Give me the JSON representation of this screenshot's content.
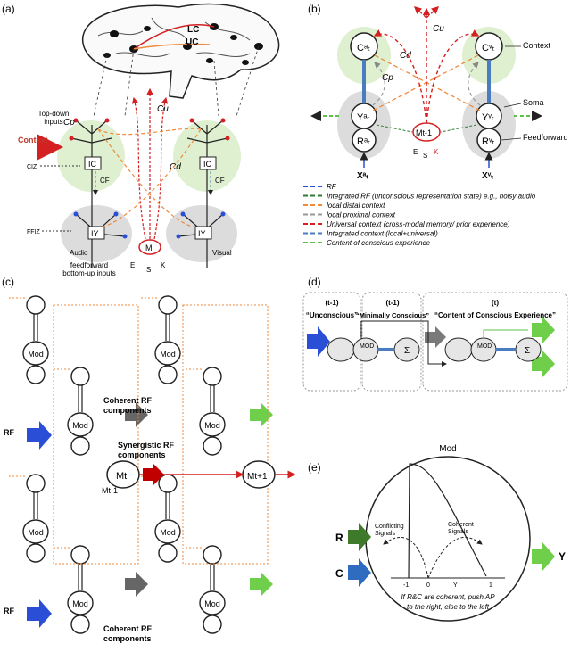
{
  "panels": {
    "a": {
      "label": "(a)",
      "lc": "LC",
      "uc": "UC",
      "cu": "Cu",
      "cp": "Cp",
      "cd": "Cd",
      "topdown": [
        "Top-down",
        "inputs"
      ],
      "context": "Context",
      "ciz": "CIZ",
      "ffiz": "FFIZ",
      "cf_left": "CF",
      "cf_right": "CF",
      "audio": "Audio",
      "visual": "Visual",
      "feedforward": [
        "feedforward",
        "bottom-up inputs"
      ],
      "ic": "IC",
      "iy": "IY",
      "m": "M",
      "esk": [
        "E",
        "S",
        "K"
      ]
    },
    "b": {
      "label": "(b)",
      "cu": "Cu",
      "cd": "Cd",
      "cp": "Cp",
      "context": "Context",
      "soma": "Soma",
      "feedforward": "Feedforward",
      "mt": "Mt-1",
      "esk": [
        "E",
        "S",
        "K"
      ],
      "legend": [
        {
          "text": "RF",
          "color": "#2a4fd6",
          "dash": "5,3"
        },
        {
          "text": "Integrated RF (unconscious representation state) e.g., noisy audio",
          "color": "#2e7d32",
          "dash": "5,3"
        },
        {
          "text": "local distal context",
          "color": "#f08a3c",
          "dash": "5,3"
        },
        {
          "text": "local proximal context",
          "color": "#999999",
          "dash": "5,3"
        },
        {
          "text": "Universal context (cross-modal memory/ prior experience)",
          "color": "#d42020",
          "dash": "5,3"
        },
        {
          "text": "Integrated context (local+universal)",
          "color": "#4a7dbf",
          "dash": "5,3"
        },
        {
          "text": "Content of conscious experience",
          "color": "#5ec24a",
          "dash": "5,3"
        }
      ]
    },
    "c": {
      "label": "(c)",
      "rf1": "RF",
      "rf2": "RF",
      "coherent1": [
        "Coherent RF",
        "components"
      ],
      "synergistic": [
        "Synergistic RF",
        "components"
      ],
      "coherent2": [
        "Coherent RF",
        "components"
      ],
      "mod": "Mod",
      "mt": "Mt",
      "mt1": "Mt+1",
      "mtm": "Mt-1"
    },
    "d": {
      "label": "(d)",
      "t1a": "(t-1)",
      "unconscious": "“Unconscious”",
      "t1b": "(t-1)",
      "minimally": "“Minimally Conscious”",
      "t": "(t)",
      "content": "“Content of Conscious Experience”",
      "mod": "MOD"
    },
    "e": {
      "label": "(e)",
      "title": "Mod",
      "r": "R",
      "c": "C",
      "y": "Y",
      "conflicting": [
        "Conflicting",
        "Signals"
      ],
      "coherent": [
        "Coherent",
        "Signals"
      ],
      "axis": [
        "-1",
        "0",
        "Y",
        "1"
      ],
      "caption": [
        "If R&C are coherent, push AP",
        "to the right, else to the left"
      ]
    }
  }
}
